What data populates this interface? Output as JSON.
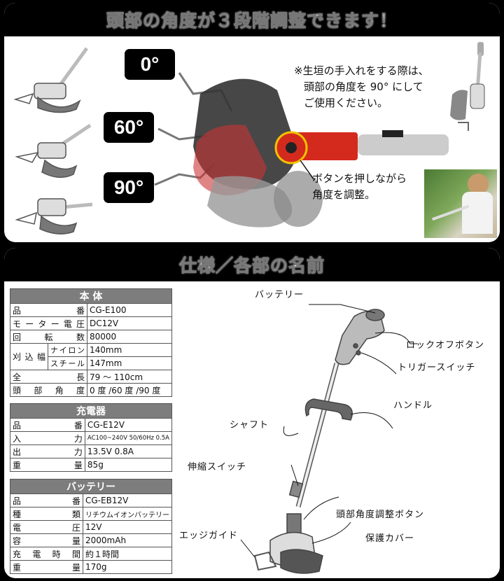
{
  "top": {
    "banner": "頭部の角度が３段階調整できます！",
    "angles": [
      "0°",
      "60°",
      "90°"
    ],
    "note_lines": [
      "※生垣の手入れをする際は、",
      "頭部の角度を 90° にして",
      "ご使用ください。"
    ],
    "button_note_lines": [
      "ボタンを押しながら",
      "角度を調整。"
    ]
  },
  "bottom": {
    "banner": "仕様／各部の名前",
    "body_table": {
      "title": "本 体",
      "rows": [
        {
          "k": "品番",
          "v": "CG-E100"
        },
        {
          "k": "モーター電圧",
          "v": "DC12V"
        },
        {
          "k": "回転数",
          "v": "80000"
        }
      ],
      "cut_label": "刈込幅",
      "cut_rows": [
        {
          "k": "ナイロン",
          "v": "140mm"
        },
        {
          "k": "スチール",
          "v": "147mm"
        }
      ],
      "rows2": [
        {
          "k": "全長",
          "v": "79 ～ 110cm"
        },
        {
          "k": "頭部角度",
          "v": "0 度 /60 度 /90 度"
        }
      ]
    },
    "charger_table": {
      "title": "充電器",
      "rows": [
        {
          "k": "品番",
          "v": "CG-E12V"
        },
        {
          "k": "入力",
          "v": "AC100~240V 50/60Hz 0.5A"
        },
        {
          "k": "出力",
          "v": "13.5V 0.8A"
        },
        {
          "k": "重量",
          "v": "85g"
        }
      ]
    },
    "battery_table": {
      "title": "バッテリー",
      "rows": [
        {
          "k": "品番",
          "v": "CG-EB12V"
        },
        {
          "k": "種類",
          "v": "リチウムイオンバッテリー"
        },
        {
          "k": "電圧",
          "v": "12V"
        },
        {
          "k": "容量",
          "v": "2000mAh"
        },
        {
          "k": "充電時間",
          "v": "約１時間"
        },
        {
          "k": "重量",
          "v": "170g"
        }
      ]
    },
    "parts": {
      "battery": "バッテリー",
      "lockoff": "ロックオフボタン",
      "trigger": "トリガースイッチ",
      "handle": "ハンドル",
      "shaft": "シャフト",
      "telescopic": "伸縮スイッチ",
      "angle_button": "頭部角度調整ボタン",
      "edge_guide": "エッジガイド",
      "cover": "保護カバー"
    }
  },
  "colors": {
    "accent_red": "#d42a1e",
    "highlight_yellow": "#f2c200",
    "header_gray": "#7d7d7d"
  }
}
